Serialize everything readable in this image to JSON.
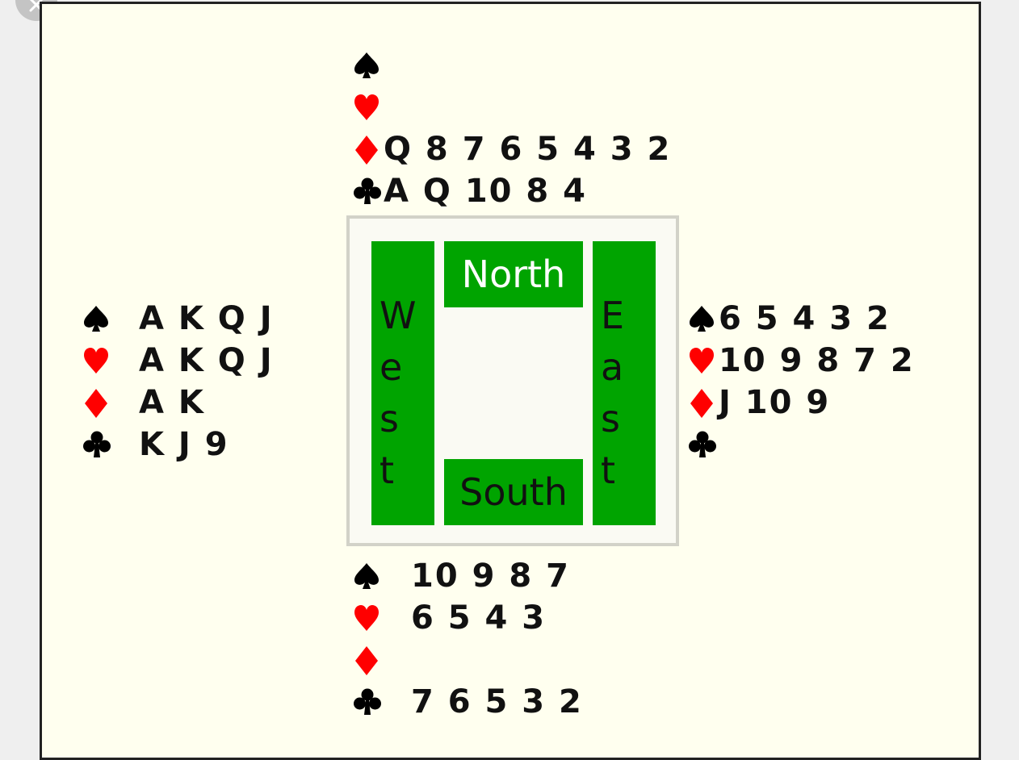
{
  "window": {
    "close_icon": "close-icon"
  },
  "hands": {
    "north": {
      "spades": "",
      "hearts": "",
      "diamonds": "Q 8 7 6 5 4 3 2",
      "clubs": "A Q 10 8 4"
    },
    "west": {
      "spades": "A K Q J",
      "hearts": "A K Q J",
      "diamonds": "A K",
      "clubs": "K J 9"
    },
    "east": {
      "spades": "6 5 4 3 2",
      "hearts": "10 9 8 7 2",
      "diamonds": "J 10 9",
      "clubs": ""
    },
    "south": {
      "spades": "10 9 8 7",
      "hearts": "6 5 4 3",
      "diamonds": "",
      "clubs": "7 6 5 3 2"
    }
  },
  "compass": {
    "north": "North",
    "south": "South",
    "west": "West",
    "east": "East"
  },
  "colors": {
    "black_suit": "#000000",
    "red_suit": "#ff0000",
    "seat_green": "#00a400",
    "board_bg": "#ffffef"
  },
  "icons": {
    "spade": "spade-icon",
    "heart": "heart-icon",
    "diamond": "diamond-icon",
    "club": "club-icon"
  }
}
